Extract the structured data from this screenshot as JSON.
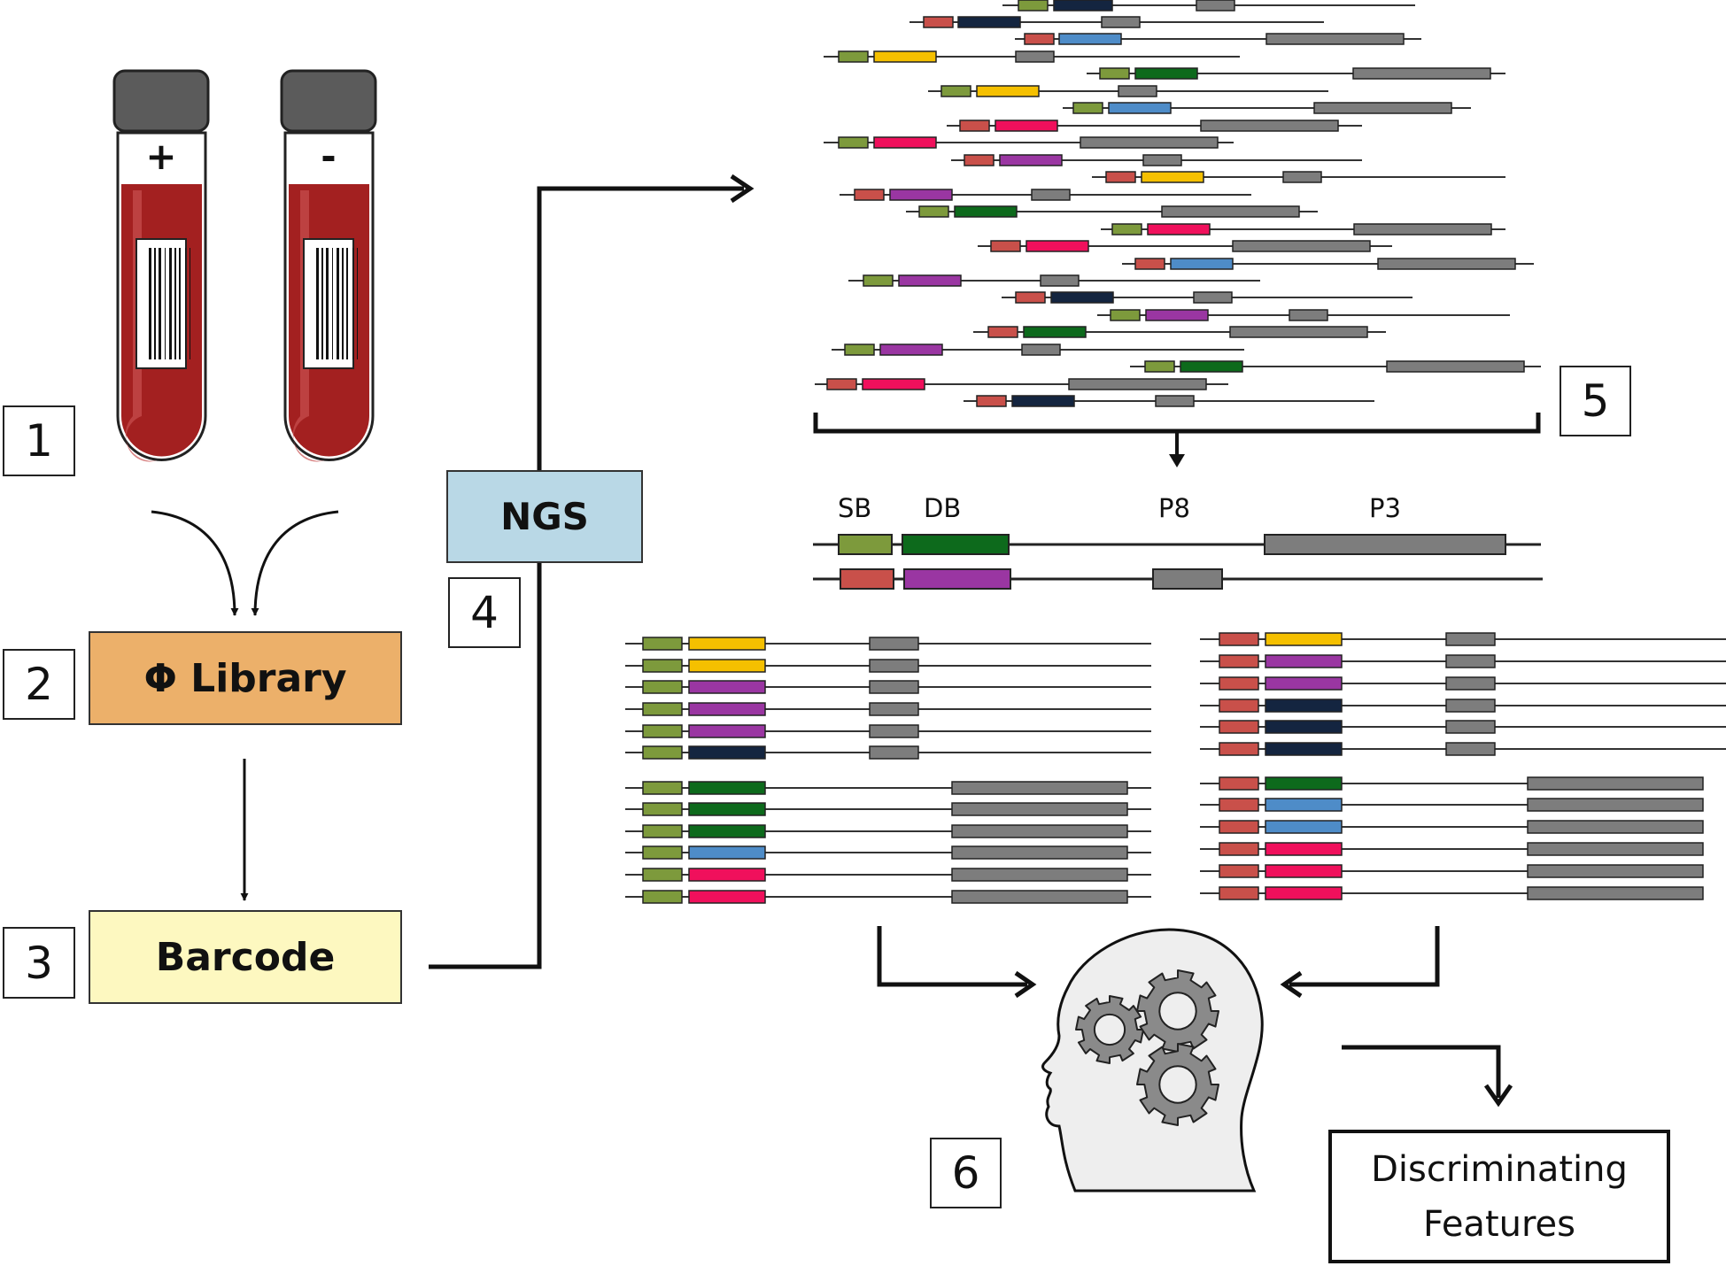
{
  "tubes": {
    "positive_sign": "+",
    "negative_sign": "-"
  },
  "steps": {
    "s1": "1",
    "s2": "2",
    "s3": "3",
    "s4": "4",
    "s5": "5",
    "s6": "6"
  },
  "stages": {
    "library": "Φ Library",
    "barcode": "Barcode",
    "ngs": "NGS"
  },
  "segments": {
    "sb": "SB",
    "db": "DB",
    "p8": "P8",
    "p3": "P3"
  },
  "output": {
    "line1": "Discriminating",
    "line2": "Features"
  },
  "colors": {
    "library_fill": "#ecb06a",
    "barcode_fill": "#fdf8c0",
    "ngs_fill": "#b9d8e6",
    "blood": "#a32020",
    "cap": "#5b5b5b",
    "green_sb": "#7d9a3c",
    "red_sb": "#c9504a",
    "yellow": "#f5c000",
    "magenta": "#f0105c",
    "purple": "#9a36a2",
    "dark_green": "#0d6a1c",
    "blue": "#4e8cc8",
    "navy": "#142540",
    "gray": "#7d7d7d"
  }
}
